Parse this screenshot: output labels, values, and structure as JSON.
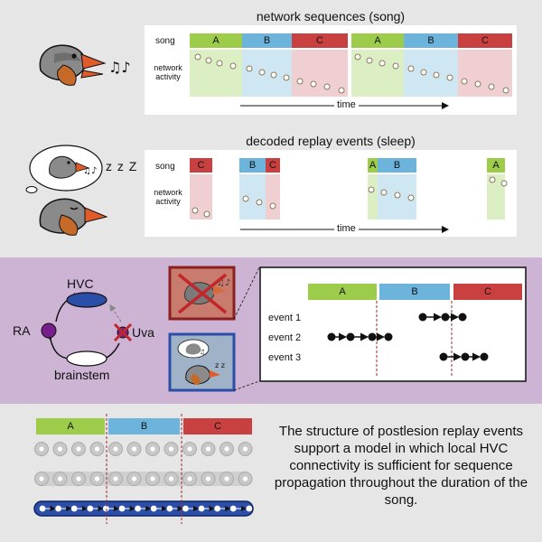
{
  "panel1": {
    "title": "network sequences (song)",
    "row_song": "song",
    "row_activity": "network\nactivity",
    "axis": "time",
    "segments": [
      "A",
      "B",
      "C",
      "A",
      "B",
      "C"
    ]
  },
  "panel2": {
    "title": "decoded replay events (sleep)",
    "row_song": "song",
    "row_activity": "network\nactivity",
    "axis": "time",
    "segments": [
      "C",
      "B",
      "C",
      "A",
      "B",
      "A"
    ],
    "sleep_z": "z z Z"
  },
  "panel3": {
    "circuit": {
      "hvc": "HVC",
      "ra": "RA",
      "uva": "Uva",
      "brainstem": "brainstem"
    },
    "segments": [
      "A",
      "B",
      "C"
    ],
    "events": [
      "event 1",
      "event 2",
      "event 3"
    ]
  },
  "panel4": {
    "segments": [
      "A",
      "B",
      "C"
    ],
    "caption": "The structure of postlesion replay events support a model in which local HVC connectivity is sufficient for sequence propagation throughout the duration of the song."
  },
  "colors": {
    "A": "#9ccc4a",
    "B": "#6cb4dc",
    "C": "#c94040",
    "A_light": "#dcefc4",
    "B_light": "#cfe6f3",
    "C_light": "#f0cfd2",
    "purple_band": "#cdb3d4",
    "hvc_blue": "#2b4ea8",
    "ra_purple": "#7a1d8c",
    "lesion_red": "#c0262a"
  }
}
